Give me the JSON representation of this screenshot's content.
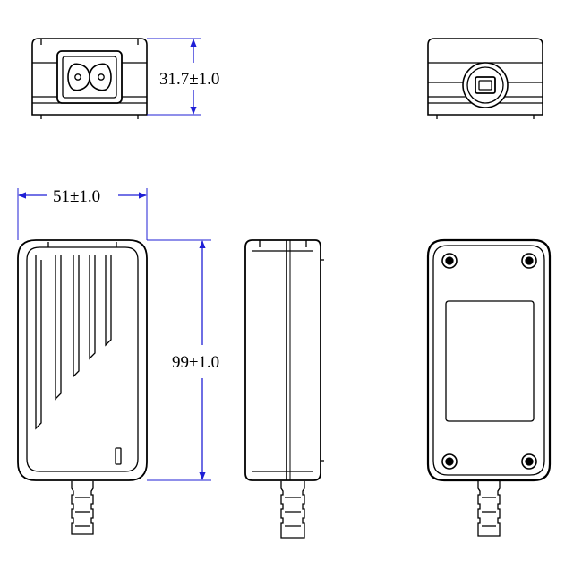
{
  "dimensions": {
    "height": "31.7±1.0",
    "width": "51±1.0",
    "length": "99±1.0"
  },
  "colors": {
    "outline": "#000000",
    "dimension_line": "#1f1fd6"
  }
}
